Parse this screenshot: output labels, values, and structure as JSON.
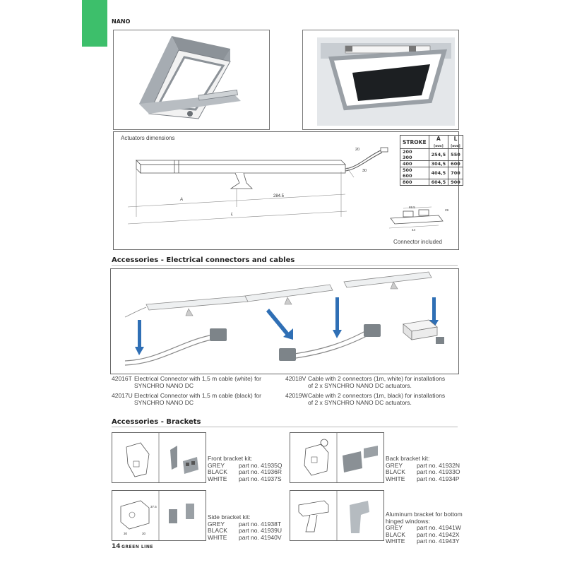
{
  "header": {
    "title": "NANO"
  },
  "dimensions": {
    "title": "Actuators dimensions",
    "labels": {
      "a": "A",
      "l": "L",
      "dim_284": "284.5",
      "dim_20": "20",
      "dim_30": "30"
    },
    "connector_caption": "Connector included",
    "connector_dims": {
      "d1": "69.5",
      "d2": "44",
      "d3": "29"
    },
    "table": {
      "headers": [
        "STROKE",
        "A",
        "L"
      ],
      "units": [
        "",
        "[mm]",
        "[mm]"
      ],
      "rows": [
        {
          "stroke": [
            "200",
            "300"
          ],
          "a": "254,5",
          "l": "550"
        },
        {
          "stroke": [
            "400"
          ],
          "a": "304,5",
          "l": "600"
        },
        {
          "stroke": [
            "500",
            "600"
          ],
          "a": "404,5",
          "l": "700"
        },
        {
          "stroke": [
            "800"
          ],
          "a": "604,5",
          "l": "900"
        }
      ]
    }
  },
  "accessories_electrical": {
    "title": "Accessories - Electrical connectors and cables",
    "items": [
      {
        "code": "42016T",
        "text": "Electrical Connector with 1,5 m cable (white) for\nSYNCHRO NANO DC"
      },
      {
        "code": "42017U",
        "text": "Electrical Connector with 1,5 m cable (black) for\nSYNCHRO NANO DC"
      },
      {
        "code": "42018V",
        "text": "Cable with 2 connectors (1m, white) for installations\nof 2 x SYNCHRO NANO DC actuators."
      },
      {
        "code": "42019W",
        "text": "Cable with 2 connectors (1m, black) for installations\nof 2 x SYNCHRO NANO DC actuators."
      }
    ]
  },
  "accessories_brackets": {
    "title": "Accessories - Brackets",
    "kits": [
      {
        "name": "Front bracket kit:",
        "rows": [
          [
            "GREY",
            "part no. 41935Q"
          ],
          [
            "BLACK",
            "part no. 41936R"
          ],
          [
            "WHITE",
            "part no. 41937S"
          ]
        ]
      },
      {
        "name": "Back bracket kit:",
        "rows": [
          [
            "GREY",
            "part no. 41932N"
          ],
          [
            "BLACK",
            "part no. 41933O"
          ],
          [
            "WHITE",
            "part no. 41934P"
          ]
        ]
      },
      {
        "name": "Side bracket kit:",
        "rows": [
          [
            "GREY",
            "part no. 41938T"
          ],
          [
            "BLACK",
            "part no. 41939U"
          ],
          [
            "WHITE",
            "part no. 41940V"
          ]
        ]
      },
      {
        "name": "Aluminum bracket for bottom\nhinged windows:",
        "rows": [
          [
            "GREY",
            "part no. 41941W"
          ],
          [
            "BLACK",
            "part no. 41942X"
          ],
          [
            "WHITE",
            "part no. 41943Y"
          ]
        ]
      }
    ],
    "side_dims": {
      "d1": "37.5",
      "d2": "30",
      "d3": "30"
    }
  },
  "footer": {
    "page": "14",
    "brand": "GREEN LINE"
  },
  "colors": {
    "accent_green": "#3dbf6b",
    "arrow_blue": "#2f6fb5"
  }
}
